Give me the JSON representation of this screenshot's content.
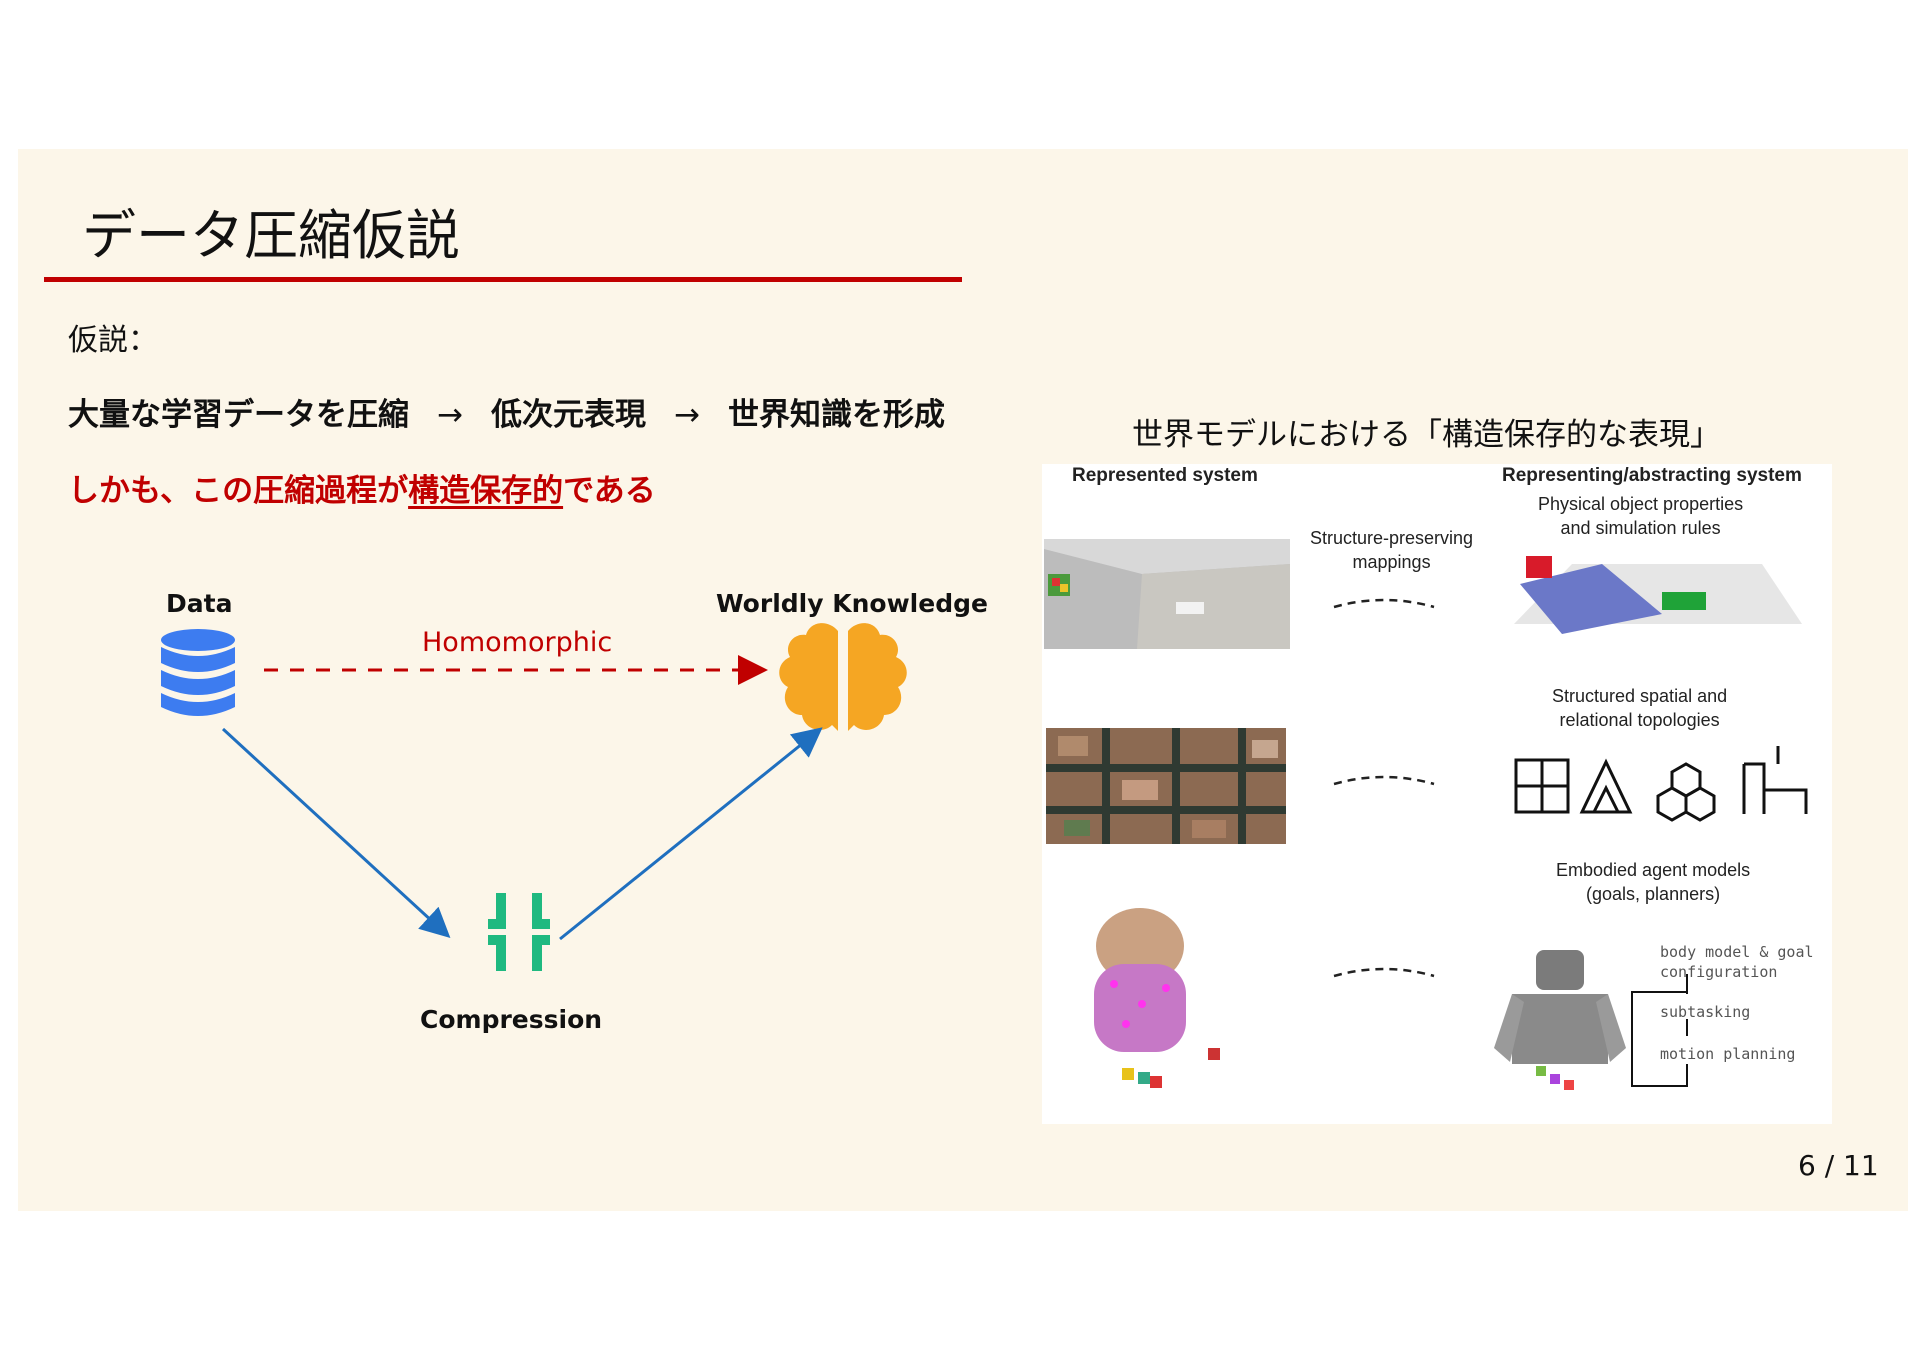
{
  "slide": {
    "title": "データ圧縮仮説",
    "hypothesis_label": "仮説：",
    "flow": {
      "step1": "大量な学習データを圧縮",
      "arrow1": "→",
      "step2": "低次元表現",
      "arrow2": "→",
      "step3": "世界知識を形成"
    },
    "emphasis": {
      "before": "しかも、この圧縮過程が",
      "underlined": "構造保存的",
      "after": "である"
    },
    "page_number": "6 / 11"
  },
  "diagram": {
    "data_label": "Data",
    "knowledge_label": "Worldly Knowledge",
    "compression_label": "Compression",
    "edge_label": "Homomorphic",
    "icons": [
      "database-icon",
      "brain-icon",
      "compress-icon"
    ],
    "colors": {
      "database": "#3d7cf0",
      "brain": "#f5a623",
      "compress": "#1fb980",
      "arrow_blue": "#1f6fbf",
      "dashed_red": "#c00000"
    }
  },
  "figure": {
    "caption": "世界モデルにおける「構造保存的な表現」",
    "left_header": "Represented system",
    "right_header": "Representing/abstracting system",
    "mapping_label": "Structure-preserving\nmappings",
    "row1_label": "Physical object properties\nand simulation rules",
    "row2_label": "Structured spatial and\nrelational topologies",
    "row3_label": "Embodied agent models\n(goals, planners)",
    "agent_text": {
      "line1": "body model & goal",
      "line2": "configuration",
      "line3": "subtasking",
      "line4": "motion planning"
    }
  },
  "accent_color": "#c00000"
}
